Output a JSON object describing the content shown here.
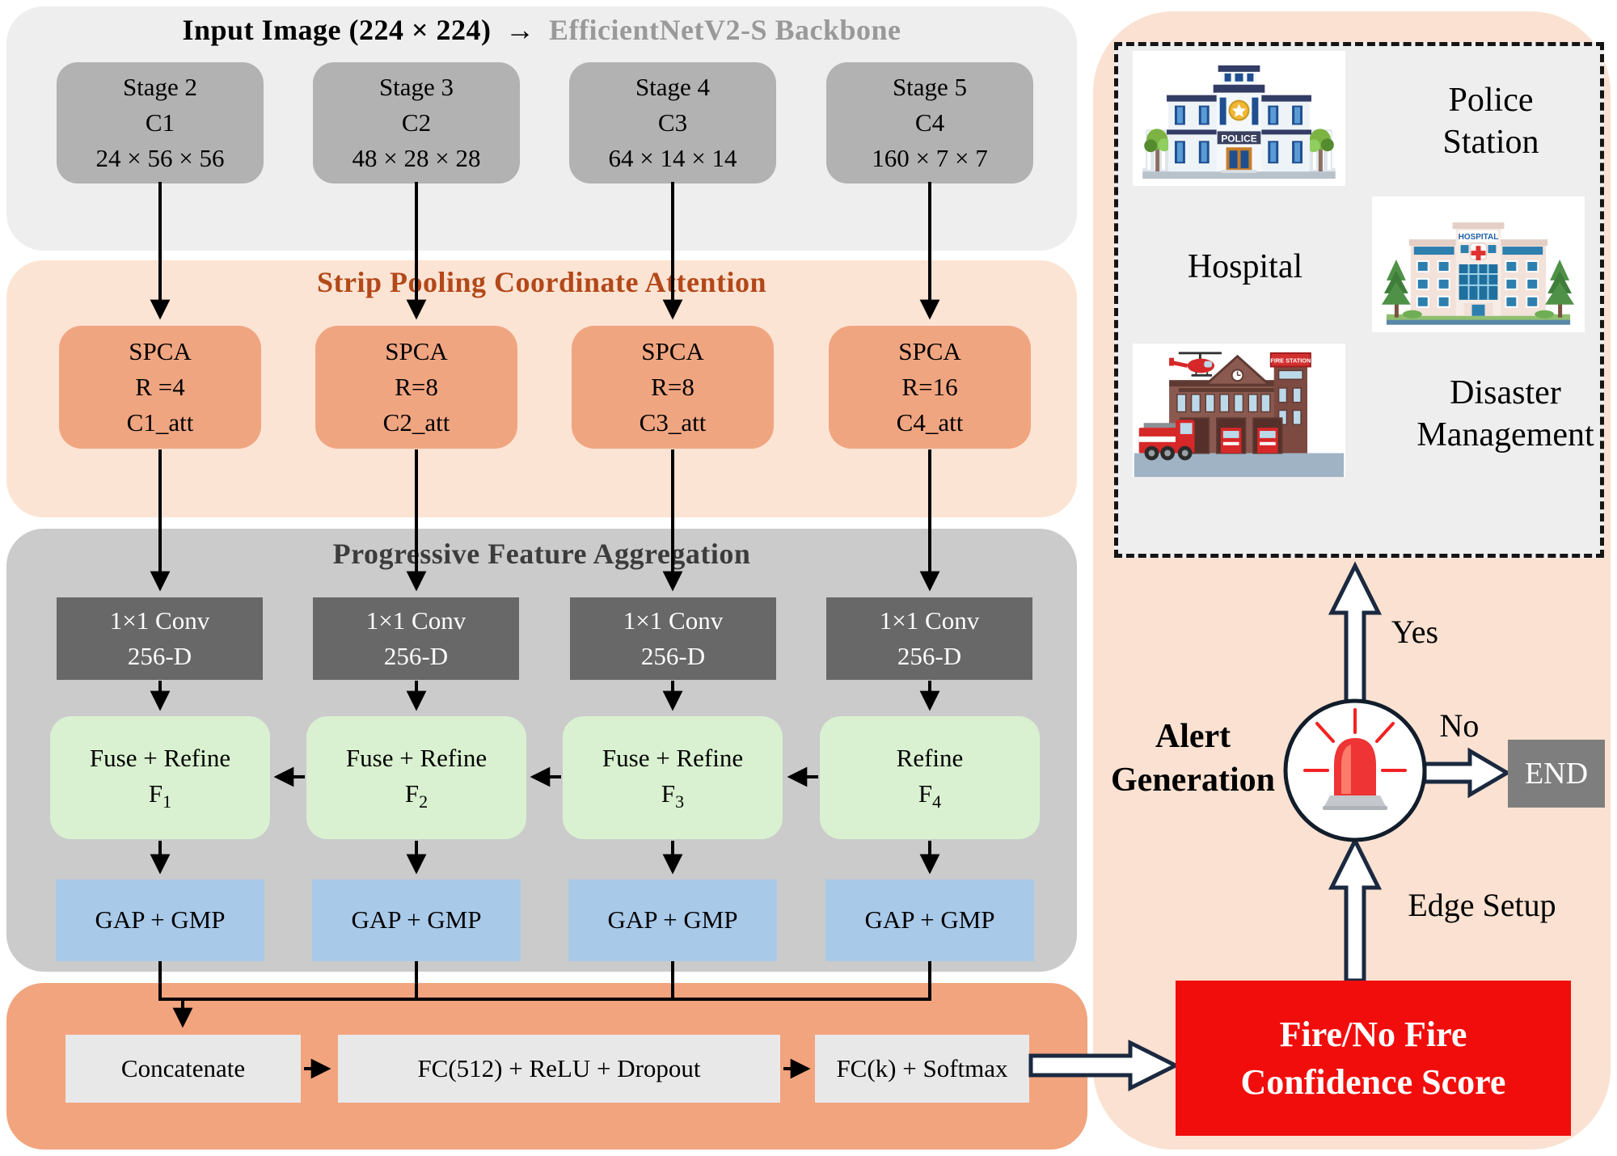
{
  "backbone": {
    "title_input": "Input Image (224 × 224)",
    "title_arrow": "→",
    "title_backbone": "EfficientNetV2-S Backbone",
    "stages": [
      {
        "line1": "Stage 2",
        "line2": "C1",
        "line3": "24 × 56 × 56"
      },
      {
        "line1": "Stage 3",
        "line2": "C2",
        "line3": "48 × 28 × 28"
      },
      {
        "line1": "Stage 4",
        "line2": "C3",
        "line3": "64 × 14 × 14"
      },
      {
        "line1": "Stage 5",
        "line2": "C4",
        "line3": "160 × 7 × 7"
      }
    ]
  },
  "spca": {
    "title": "Strip Pooling Coordinate Attention",
    "blocks": [
      {
        "line1": "SPCA",
        "line2": "R =4",
        "line3": "C1_att"
      },
      {
        "line1": "SPCA",
        "line2": "R=8",
        "line3": "C2_att"
      },
      {
        "line1": "SPCA",
        "line2": "R=8",
        "line3": "C3_att"
      },
      {
        "line1": "SPCA",
        "line2": "R=16",
        "line3": "C4_att"
      }
    ]
  },
  "pfa": {
    "title": "Progressive Feature Aggregation",
    "conv": [
      {
        "line1": "1×1 Conv",
        "line2": "256-D"
      },
      {
        "line1": "1×1 Conv",
        "line2": "256-D"
      },
      {
        "line1": "1×1 Conv",
        "line2": "256-D"
      },
      {
        "line1": "1×1 Conv",
        "line2": "256-D"
      }
    ],
    "fuse": [
      {
        "name": "Fuse + Refine",
        "f": "F",
        "sub": "1"
      },
      {
        "name": "Fuse + Refine",
        "f": "F",
        "sub": "2"
      },
      {
        "name": "Fuse + Refine",
        "f": "F",
        "sub": "3"
      },
      {
        "name": "Refine",
        "f": "F",
        "sub": "4"
      }
    ],
    "pool": [
      "GAP + GMP",
      "GAP + GMP",
      "GAP + GMP",
      "GAP + GMP"
    ]
  },
  "classifier": {
    "concatenate": "Concatenate",
    "fc1": "FC(512) + ReLU + Dropout",
    "fc2": "FC(k) + Softmax"
  },
  "confidence": {
    "line1": "Fire/No Fire",
    "line2": "Confidence Score"
  },
  "decision": {
    "alert_line1": "Alert",
    "alert_line2": "Generation",
    "yes": "Yes",
    "no": "No",
    "end": "END",
    "edge_setup": "Edge Setup"
  },
  "responders": {
    "police": {
      "line1": "Police",
      "line2": "Station",
      "sign": "POLICE"
    },
    "hospital": {
      "label": "Hospital",
      "sign": "HOSPITAL"
    },
    "disaster": {
      "line1": "Disaster",
      "line2": "Management",
      "sign": "FIRE STATION"
    }
  },
  "colors": {
    "backbone_panel": "#efeeef",
    "stage_box": "#b3b2b3",
    "spca_panel": "#fce4d4",
    "spca_box": "#f0a581",
    "spca_title": "#b34819",
    "pfa_panel": "#cbcbcb",
    "conv_box": "#696868",
    "fuse_box": "#d9f1d0",
    "pool_box": "#a9c9e9",
    "classifier_panel": "#f1a47d",
    "edge_panel": "#fae1d1",
    "alert_red": "#f20d0d",
    "end_gray": "#7f7e7e",
    "outline_navy": "#1b2940",
    "backbone_gray_text": "#9a999a"
  }
}
